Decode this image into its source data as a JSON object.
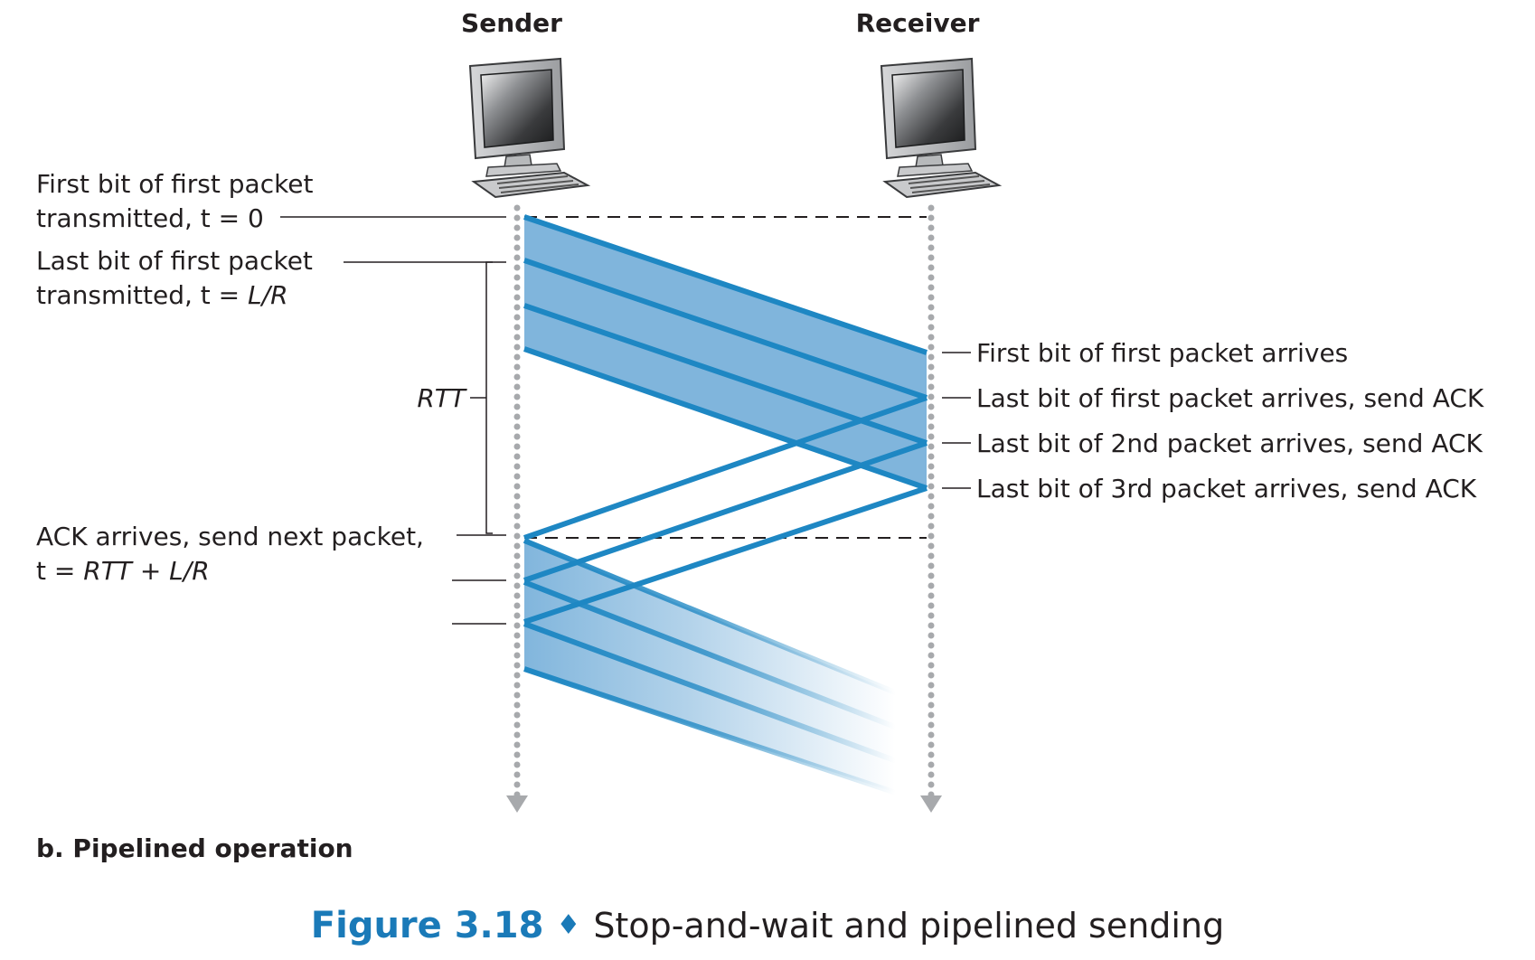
{
  "figure": {
    "section_label": "b. Pipelined operation",
    "caption": {
      "number": "Figure 3.18",
      "separator": "♦",
      "text": "Stop-and-wait and pipelined sending"
    }
  },
  "hosts": {
    "sender": {
      "label": "Sender",
      "icon": "desktop-computer-icon"
    },
    "receiver": {
      "label": "Receiver",
      "icon": "desktop-computer-icon"
    }
  },
  "sender_annotations": {
    "first_bit": {
      "line1": "First bit of first packet",
      "line2_prefix": "transmitted, t = 0"
    },
    "last_bit": {
      "line1": "Last bit of first packet",
      "line2_prefix": "transmitted, t = ",
      "line2_italic": "L/R"
    },
    "rtt": "RTT",
    "ack_arrives": {
      "line1": "ACK arrives, send next packet,",
      "line2_prefix": "t = ",
      "line2_italic": "RTT + L/R"
    }
  },
  "receiver_annotations": [
    "First bit of first packet arrives",
    "Last bit of first packet arrives, send ACK",
    "Last bit of 2nd packet arrives, send ACK",
    "Last bit of 3rd packet arrives, send ACK"
  ],
  "colors": {
    "packet_band": "#80b5dc",
    "packet_line": "#1e87c3",
    "timeline": "#a7a9ac",
    "text": "#231f20",
    "caption_accent": "#1a7ab8"
  }
}
